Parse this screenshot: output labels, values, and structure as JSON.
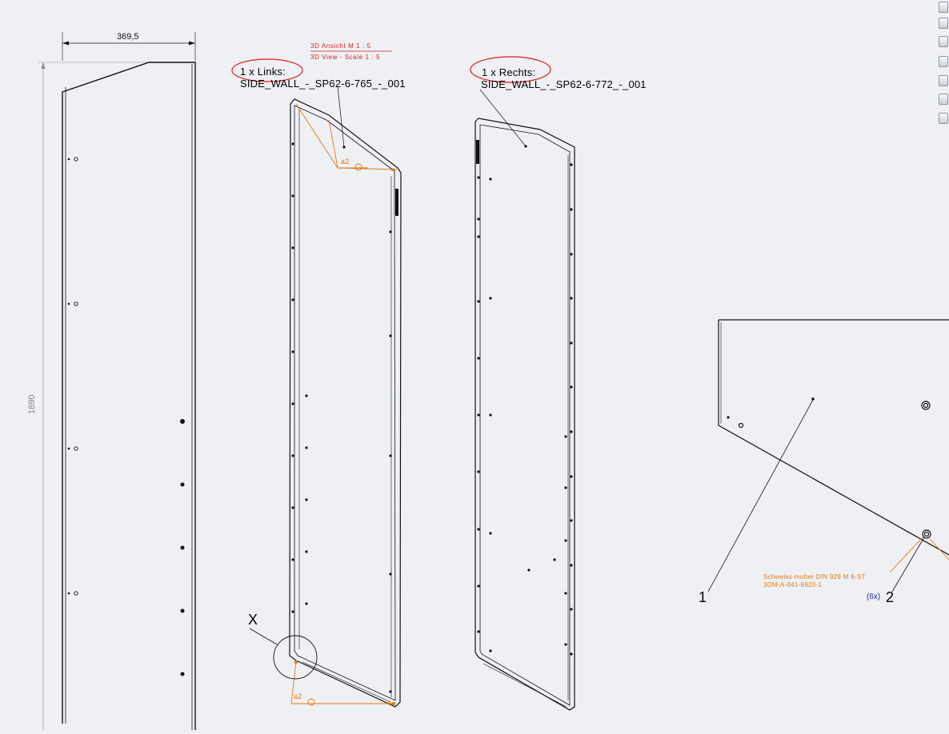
{
  "view": {
    "dimension_width": "369,5",
    "dimension_height": "1890",
    "view_title_de": "3D Ansicht M 1 : 5",
    "view_title_en": "3D View - Scale 1 : 5"
  },
  "parts": {
    "left": {
      "qty_label": "1 x Links:",
      "part_number": "SIDE_WALL_-_SP62-6-765_-_001"
    },
    "right": {
      "qty_label": "1 x Rechts:",
      "part_number": "SIDE_WALL_-_SP62-6-772_-_001"
    }
  },
  "weld": {
    "symbol_top": "a2",
    "symbol_bottom": "a2"
  },
  "detail": {
    "label": "X"
  },
  "balloons": {
    "item1": "1",
    "item2": "2",
    "qty": "(6x)"
  },
  "note": {
    "line1": "Schweiss mutter DIN 929 M 6-ST",
    "line2": "3DM-A-041-6920-1"
  },
  "colors": {
    "background": "#eef0f4",
    "line": "#111111",
    "orange": "#e07a10",
    "red": "#d81e1e",
    "blue": "#2030a0"
  },
  "toolbar": {
    "icons": [
      "document-icon",
      "shield-icon",
      "folder-icon",
      "target-icon",
      "list-icon",
      "palette-icon",
      "globe-icon",
      "grid-icon"
    ]
  }
}
